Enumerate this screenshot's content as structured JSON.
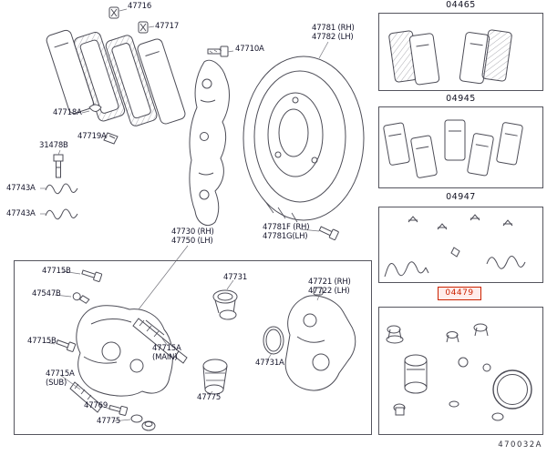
{
  "parts": {
    "p47716": "47716",
    "p47717": "47717",
    "p47718A": "47718A",
    "p47719A": "47719A",
    "p31478B": "31478B",
    "p47743A_1": "47743A",
    "p47743A_2": "47743A",
    "p47710A": "47710A",
    "p47781": "47781 (RH)",
    "p47782": "47782 (LH)",
    "p47781F": "47781F (RH)",
    "p47781G": "47781G(LH)",
    "p47730": "47730 (RH)",
    "p47750": "47750 (LH)",
    "p47715B_1": "47715B",
    "p47547B": "47547B",
    "p47715B_2": "47715B",
    "p47715A_sub": "47715A",
    "p47715A_sub_note": "(SUB)",
    "p47715A_main": "47715A",
    "p47715A_main_note": "(MAIN)",
    "p47769": "47769",
    "p47775_left": "47775",
    "p47731": "47731",
    "p47721": "47721 (RH)",
    "p47722": "47722 (LH)",
    "p47731A": "47731A",
    "p47775_center": "47775"
  },
  "kits": {
    "kit1": "04465",
    "kit2": "04945",
    "kit3": "04947",
    "kit4": "04479",
    "kit4_highlighted": true,
    "highlight_color": "#cc2200"
  },
  "footer": {
    "doc_code": "470032A"
  }
}
